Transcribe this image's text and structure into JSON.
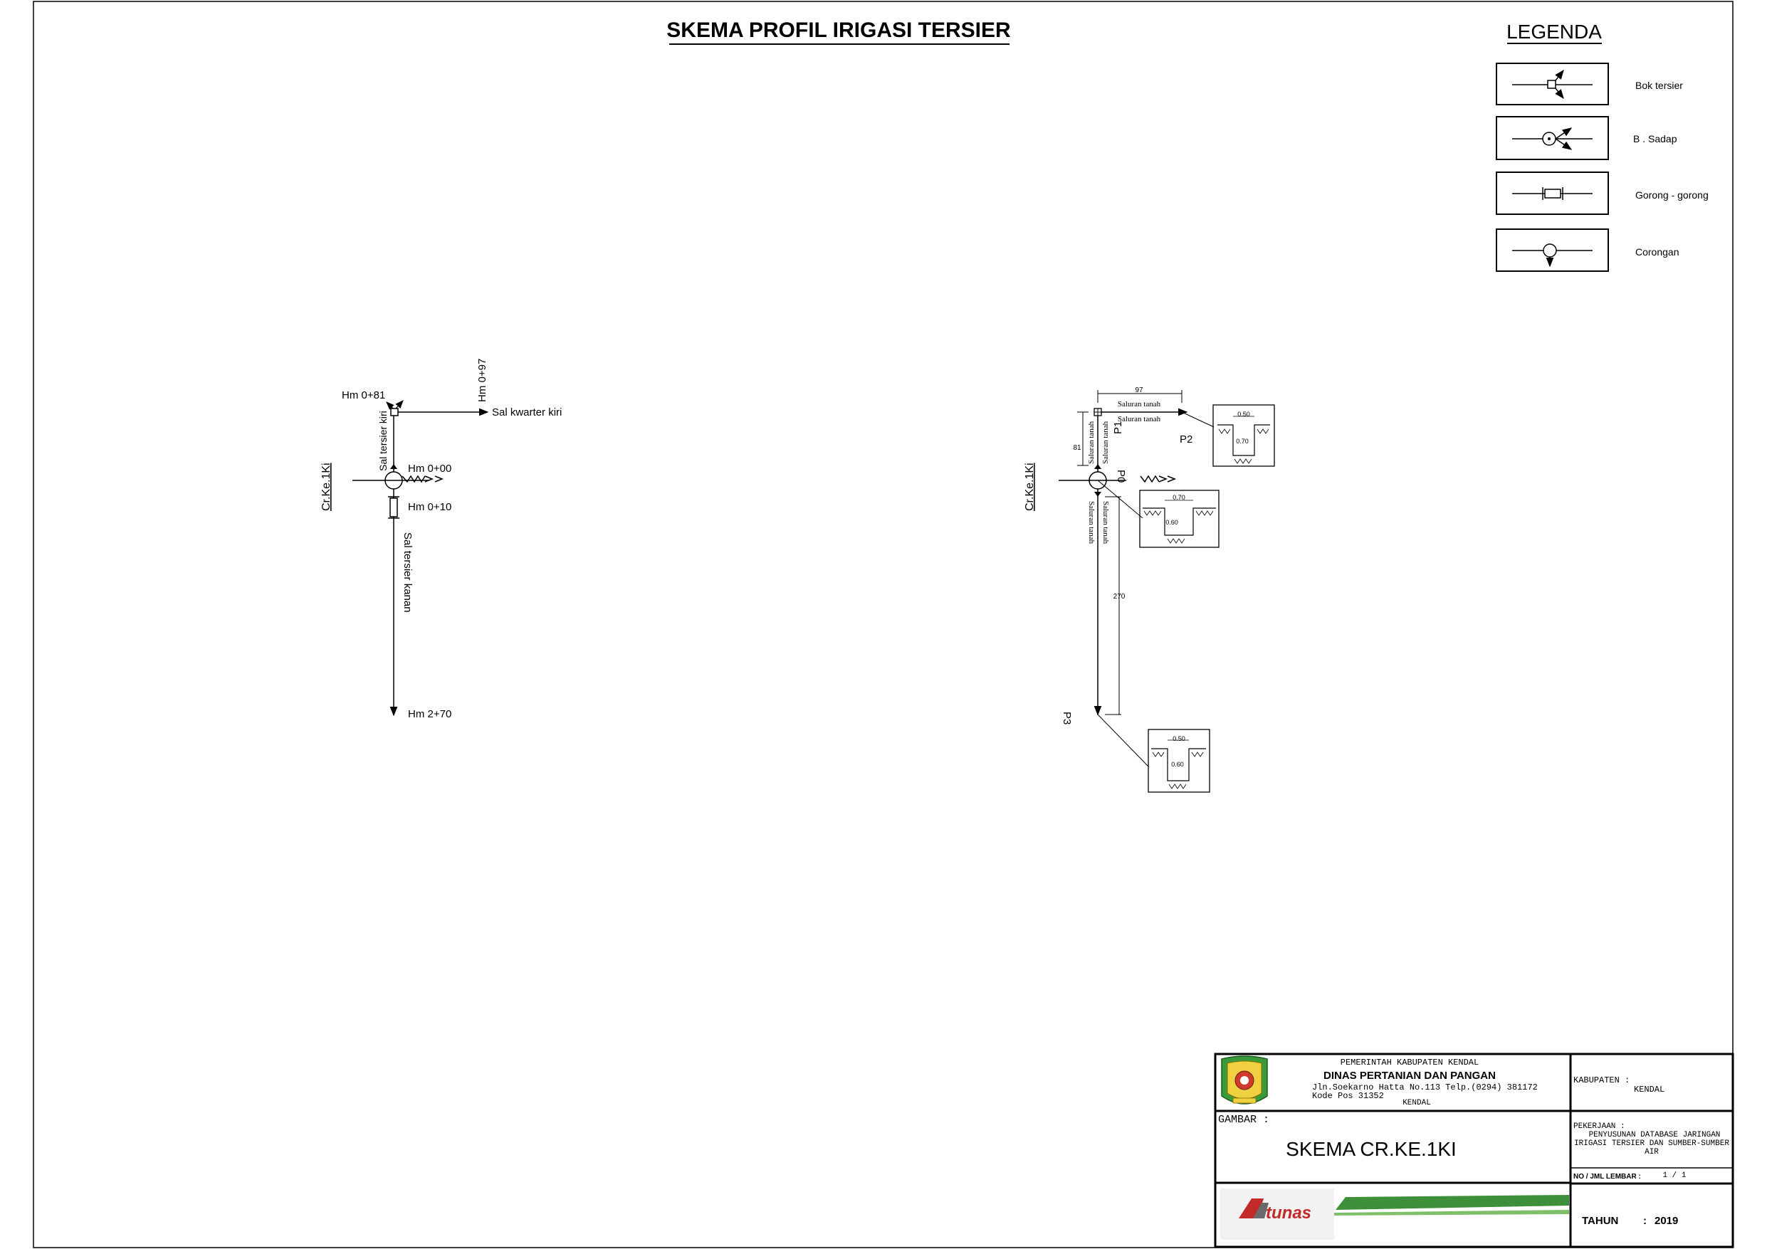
{
  "title": "SKEMA PROFIL IRIGASI TERSIER",
  "legend": {
    "title": "LEGENDA",
    "items": [
      {
        "label": "Bok tersier",
        "icon": "bok-tersier-icon"
      },
      {
        "label": "B . Sadap",
        "icon": "b-sadap-icon"
      },
      {
        "label": "Gorong - gorong",
        "icon": "gorong-gorong-icon"
      },
      {
        "label": "Corongan",
        "icon": "corongan-icon"
      }
    ]
  },
  "left_scheme": {
    "label_main": "Cr.Ke.1Ki",
    "hm_081": "Hm 0+81",
    "hm_097": "Hm 0+97",
    "sal_kwarter_kiri": "Sal kwarter kiri",
    "sal_tersier_kiri": "Sal tersier kiri",
    "hm_000": "Hm 0+00",
    "hm_010": "Hm 0+10",
    "sal_tersier_kanan": "Sal tersier kanan",
    "hm_270": "Hm 2+70"
  },
  "right_scheme": {
    "label_main": "Cr.Ke.1Ki",
    "dim_97": "97",
    "dim_81": "81",
    "dim_270": "270",
    "saluran_tanah": "Saluran tanah",
    "p0": "P0",
    "p1": "P1",
    "p2": "P2",
    "p3": "P3",
    "section_p2": {
      "top": "0.50",
      "depth": "0.70"
    },
    "section_p0": {
      "top": "0.70",
      "depth": "0.60"
    },
    "section_p3": {
      "top": "0.50",
      "depth": "0.60"
    }
  },
  "title_block": {
    "agency_line1": "PEMERINTAH KABUPATEN KENDAL",
    "agency_line2": "DINAS PERTANIAN DAN PANGAN",
    "address1": "Jln.Soekarno Hatta No.113 Telp.(0294) 381172",
    "address2": "Kode Pos 31352",
    "city": "KENDAL",
    "kabupaten_label": "KABUPATEN :",
    "kabupaten_value": "KENDAL",
    "gambar_label": "GAMBAR :",
    "gambar_value": "SKEMA CR.KE.1KI",
    "pekerjaan_label": "PEKERJAAN :",
    "pekerjaan_line1": "PENYUSUNAN DATABASE JARINGAN",
    "pekerjaan_line2": "IRIGASI TERSIER DAN SUMBER-SUMBER",
    "pekerjaan_line3": "AIR",
    "lembar_label": "NO / JML LEMBAR :",
    "lembar_value": "1 / 1",
    "tahun_label": "TAHUN",
    "tahun_sep": ":",
    "tahun_value": "2019",
    "consultant_logo_text": "tunas"
  }
}
